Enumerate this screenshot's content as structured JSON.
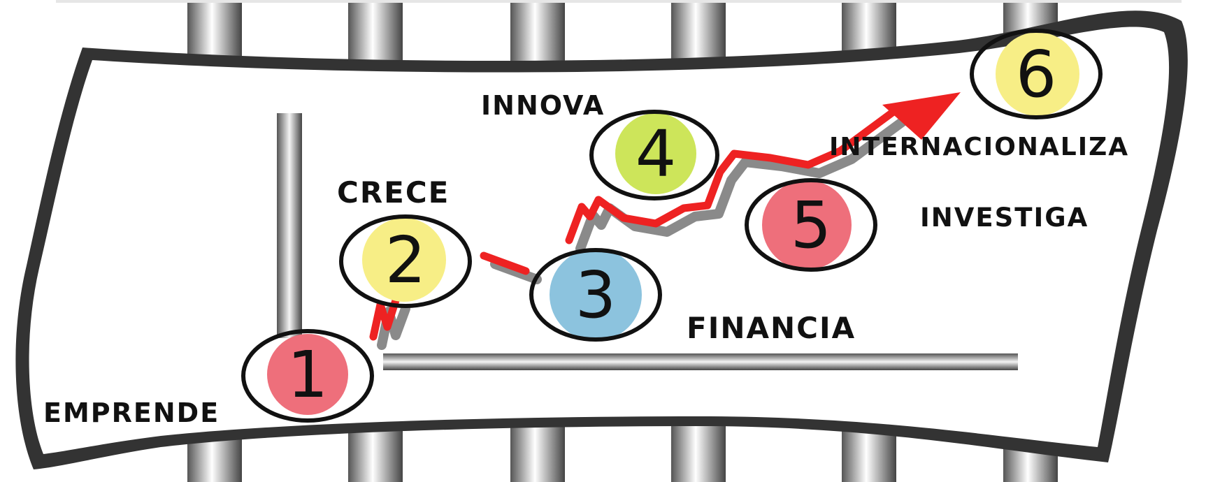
{
  "steps": [
    {
      "number": "1",
      "label": "EMPRENDE",
      "color": "#ee6f7b"
    },
    {
      "number": "2",
      "label": "CRECE",
      "color": "#f7ee86"
    },
    {
      "number": "3",
      "label": "FINANCIA",
      "color": "#8cc3de"
    },
    {
      "number": "4",
      "label": "INNOVA",
      "color": "#cde55a"
    },
    {
      "number": "5",
      "label": "INVESTIGA",
      "color": "#ee6f7b"
    },
    {
      "number": "6",
      "label": "INTERNACIONALIZA",
      "color": "#f7ee86"
    }
  ],
  "colors": {
    "path": "#ee2222",
    "shadow": "#8a8a8a",
    "banner_outline": "#333333",
    "bar": "#6f6f6f"
  }
}
